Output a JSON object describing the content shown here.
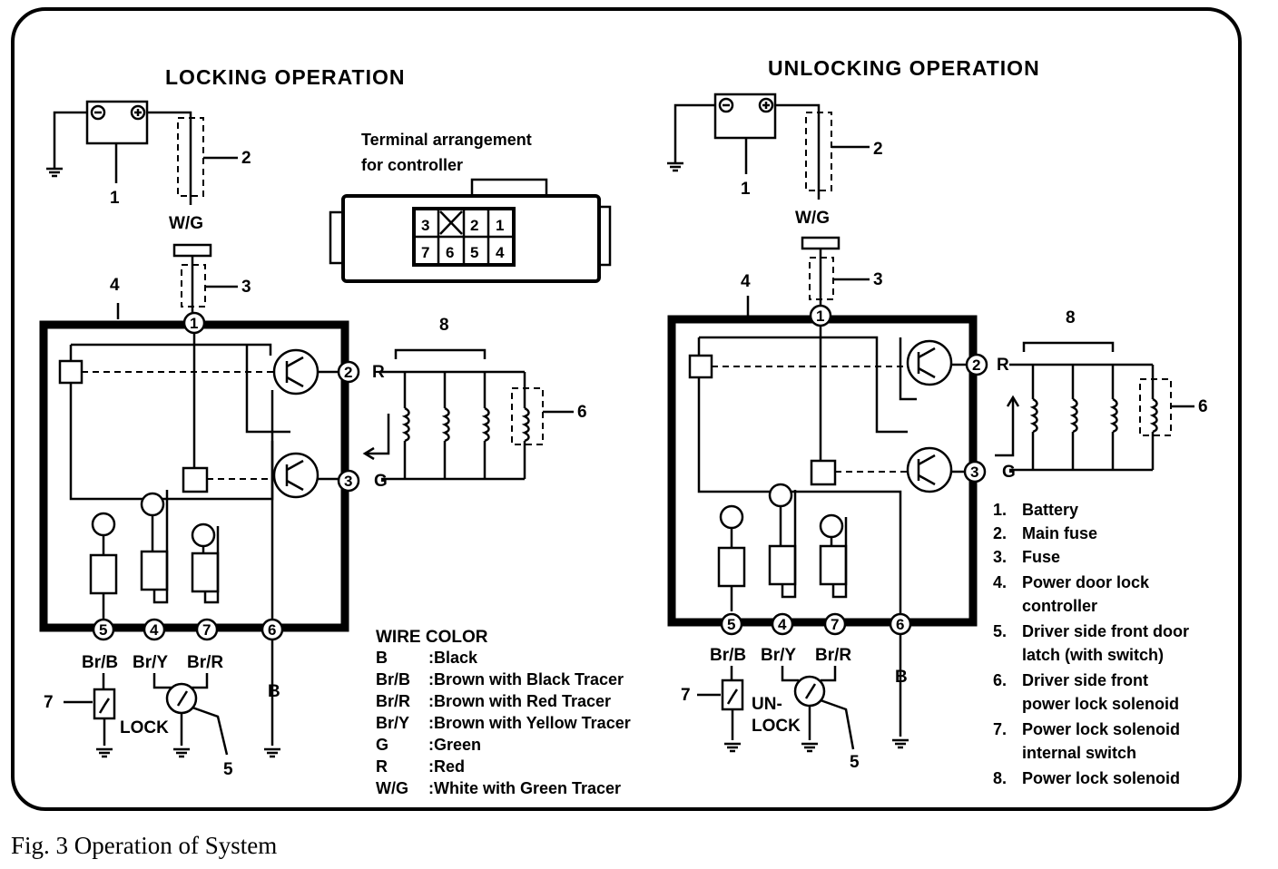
{
  "figure": {
    "caption": "Fig. 3 Operation of System"
  },
  "locking": {
    "title": "LOCKING OPERATION",
    "wire_wg": "W/G",
    "wire_r": "R",
    "wire_g": "G",
    "wire_b": "B",
    "wire_brb": "Br/B",
    "wire_bry": "Br/Y",
    "wire_brr": "Br/R",
    "switch_label": "LOCK",
    "callouts": [
      "1",
      "2",
      "3",
      "4",
      "5",
      "6",
      "7",
      "8"
    ],
    "pins": [
      "1",
      "2",
      "3",
      "4",
      "5",
      "6",
      "7"
    ]
  },
  "unlocking": {
    "title": "UNLOCKING OPERATION",
    "wire_wg": "W/G",
    "wire_r": "R",
    "wire_g": "G",
    "wire_b": "B",
    "wire_brb": "Br/B",
    "wire_bry": "Br/Y",
    "wire_brr": "Br/R",
    "switch_label_1": "UN-",
    "switch_label_2": "LOCK",
    "callouts": [
      "1",
      "2",
      "3",
      "4",
      "5",
      "6",
      "7",
      "8"
    ],
    "pins": [
      "1",
      "2",
      "3",
      "4",
      "5",
      "6",
      "7"
    ]
  },
  "terminal": {
    "caption_1": "Terminal arrangement",
    "caption_2": "for controller",
    "top_row": [
      "3",
      "",
      "2",
      "1"
    ],
    "bottom_row": [
      "7",
      "6",
      "5",
      "4"
    ]
  },
  "wire_color": {
    "title": "WIRE COLOR",
    "entries": [
      {
        "code": "B",
        "desc": ":Black"
      },
      {
        "code": "Br/B",
        "desc": ":Brown with Black Tracer"
      },
      {
        "code": "Br/R",
        "desc": ":Brown with Red Tracer"
      },
      {
        "code": "Br/Y",
        "desc": ":Brown with Yellow Tracer"
      },
      {
        "code": "G",
        "desc": ":Green"
      },
      {
        "code": "R",
        "desc": ":Red"
      },
      {
        "code": "W/G",
        "desc": ":White with Green Tracer"
      }
    ]
  },
  "legend": {
    "items": [
      {
        "num": "1.",
        "lines": [
          "Battery"
        ]
      },
      {
        "num": "2.",
        "lines": [
          "Main fuse"
        ]
      },
      {
        "num": "3.",
        "lines": [
          "Fuse"
        ]
      },
      {
        "num": "4.",
        "lines": [
          "Power door lock",
          "controller"
        ]
      },
      {
        "num": "5.",
        "lines": [
          "Driver side front door",
          "latch (with switch)"
        ]
      },
      {
        "num": "6.",
        "lines": [
          "Driver side front",
          "power lock solenoid"
        ]
      },
      {
        "num": "7.",
        "lines": [
          "Power lock solenoid",
          "internal switch"
        ]
      },
      {
        "num": "8.",
        "lines": [
          "Power lock solenoid"
        ]
      }
    ]
  }
}
